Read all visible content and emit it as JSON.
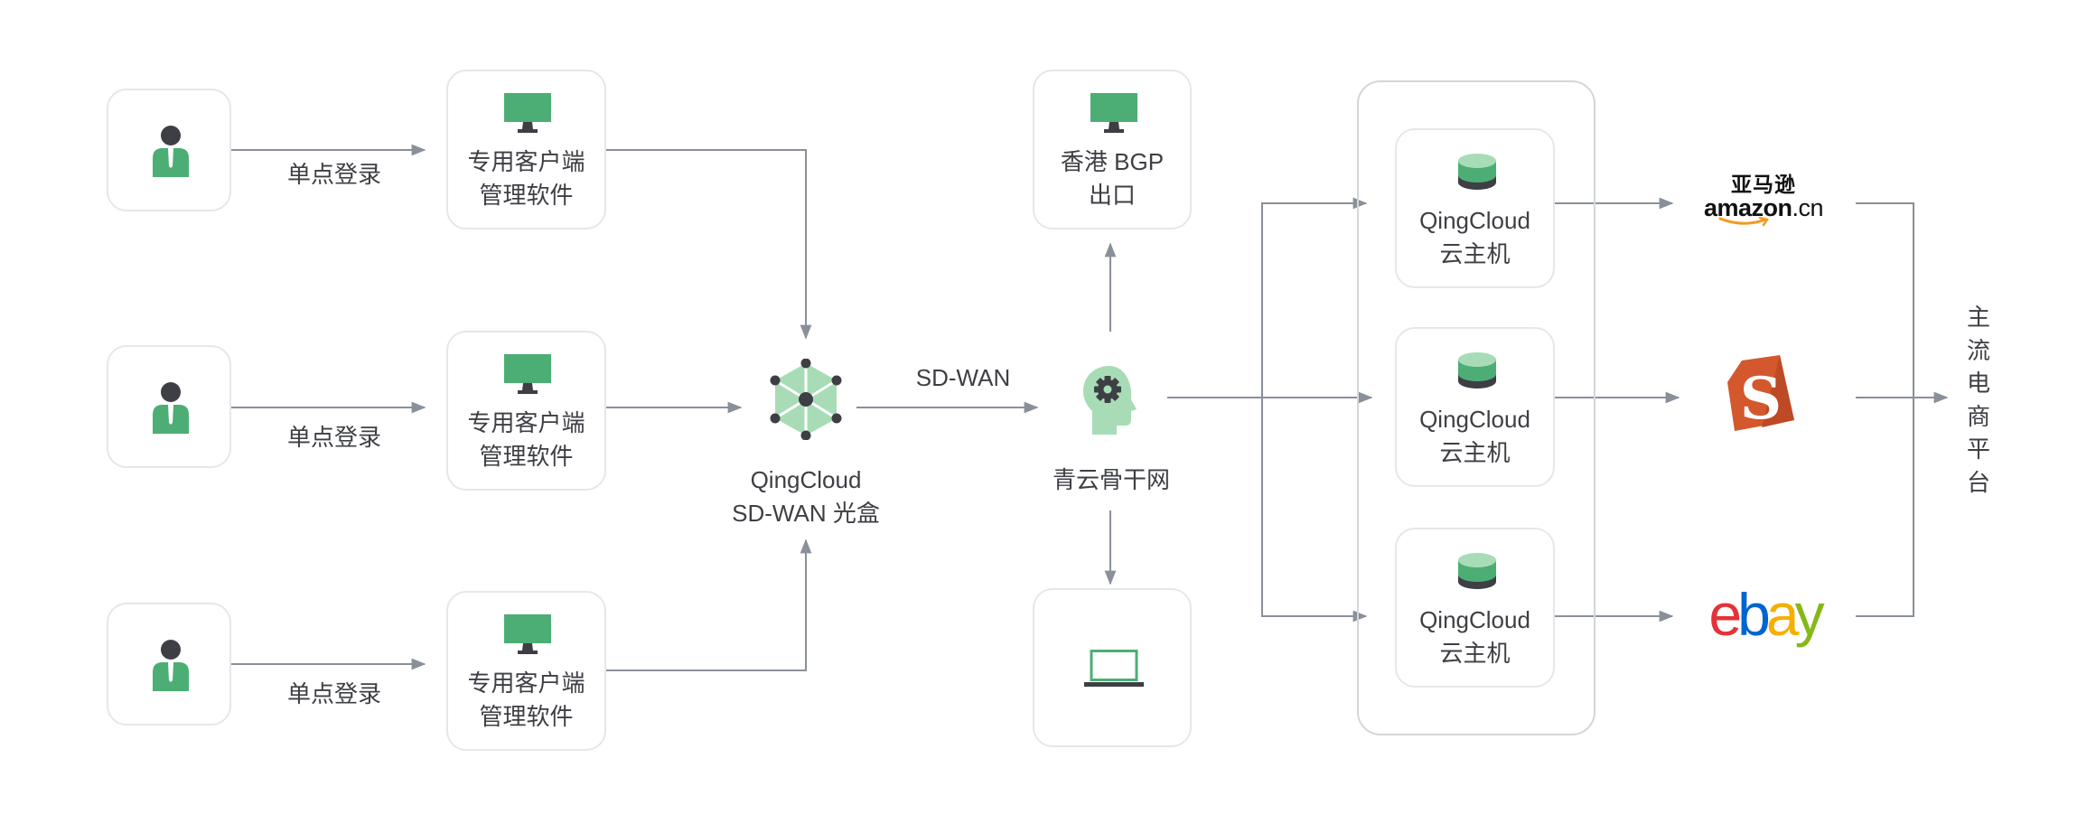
{
  "colors": {
    "green": "#4cae74",
    "light_green": "#a8dcb6",
    "dark": "#3d3f44",
    "arrow": "#8a9099",
    "border": "#e5e7ea"
  },
  "users": [
    {
      "icon": "user-icon",
      "login_label": "单点登录"
    },
    {
      "icon": "user-icon",
      "login_label": "单点登录"
    },
    {
      "icon": "user-icon",
      "login_label": "单点登录"
    }
  ],
  "clients": [
    {
      "icon": "monitor-icon",
      "line1": "专用客户端",
      "line2": "管理软件"
    },
    {
      "icon": "monitor-icon",
      "line1": "专用客户端",
      "line2": "管理软件"
    },
    {
      "icon": "monitor-icon",
      "line1": "专用客户端",
      "line2": "管理软件"
    }
  ],
  "sdwan_box": {
    "icon": "network-hub-icon",
    "line1": "QingCloud",
    "line2": "SD-WAN 光盒"
  },
  "link_label": "SD-WAN",
  "backbone": {
    "icon": "head-gear-icon",
    "label": "青云骨干网"
  },
  "bgp": {
    "icon": "monitor-icon",
    "line1": "香港 BGP",
    "line2": "出口"
  },
  "laptop": {
    "icon": "laptop-icon"
  },
  "hosts": [
    {
      "icon": "database-icon",
      "line1": "QingCloud",
      "line2": "云主机"
    },
    {
      "icon": "database-icon",
      "line1": "QingCloud",
      "line2": "云主机"
    },
    {
      "icon": "database-icon",
      "line1": "QingCloud",
      "line2": "云主机"
    }
  ],
  "platforms": {
    "amazon": {
      "top": "亚马逊",
      "word": "amazon",
      "suffix": ".cn"
    },
    "shopify": {
      "icon": "shopify-s-icon"
    },
    "ebay": {
      "e": "e",
      "b": "b",
      "a": "a",
      "y": "y"
    }
  },
  "target_label": [
    "主",
    "流",
    "电",
    "商",
    "平",
    "台"
  ]
}
